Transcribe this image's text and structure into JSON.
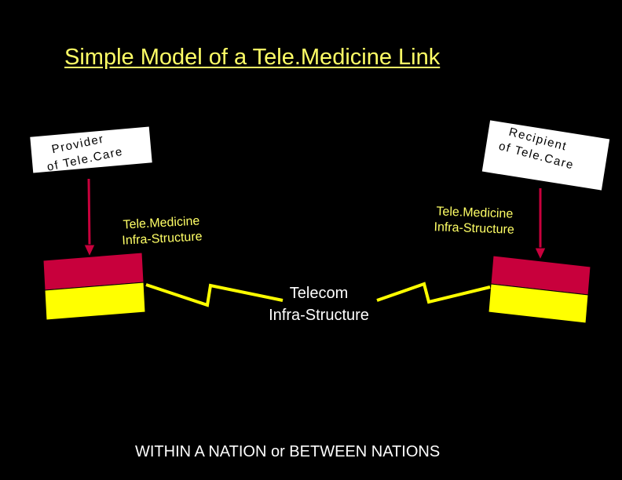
{
  "title": "Simple Model of a Tele.Medicine Link",
  "provider": {
    "line1": "Provider",
    "line2": "of Tele.Care"
  },
  "recipient": {
    "line1": "Recipient",
    "line2": "of Tele.Care"
  },
  "infra_left": {
    "line1": "Tele.Medicine",
    "line2": "Infra-Structure"
  },
  "infra_right": {
    "line1": "Tele.Medicine",
    "line2": "Infra-Structure"
  },
  "telecom": {
    "line1": "Telecom",
    "line2": "Infra-Structure"
  },
  "footer": "WITHIN A NATION or BETWEEN NATIONS",
  "colors": {
    "background": "#000000",
    "title": "#ffff66",
    "flag_top": "#c8003c",
    "flag_bottom": "#ffff00",
    "arrow": "#c8003c",
    "link_line": "#ffff00"
  }
}
